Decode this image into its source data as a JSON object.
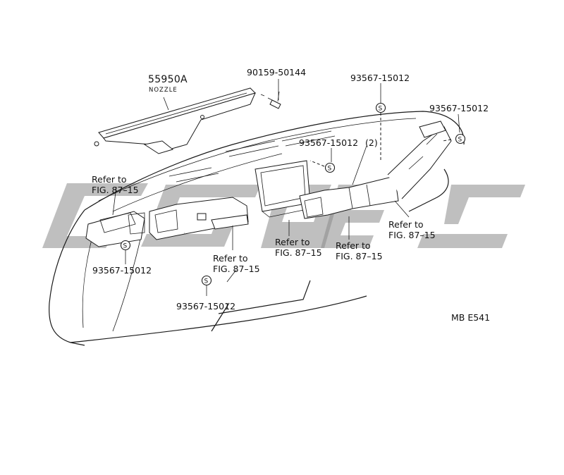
{
  "labels": {
    "nozzle_part": "55950A",
    "nozzle_name": "NOZZLE",
    "screw_part": "90159-50144",
    "clip_top": "93567-15012",
    "clip_right": "93567-15012",
    "clip_center": "93567-15012",
    "clip_center_qty": "(2)",
    "clip_left": "93567-15012",
    "clip_bottom": "93567-15012",
    "refer_left_1": "Refer to",
    "refer_left_2": "FIG. 87–15",
    "refer_mid_1": "Refer to",
    "refer_mid_2": "FIG. 87–15",
    "refer_center_1": "Refer to",
    "refer_center_2": "FIG. 87–15",
    "refer_duct_1": "Refer to",
    "refer_duct_2": "FIG. 87–15",
    "refer_right_1": "Refer to",
    "refer_right_2": "FIG. 87–15",
    "figure_code": "MB E541",
    "clip_symbol": "S"
  }
}
